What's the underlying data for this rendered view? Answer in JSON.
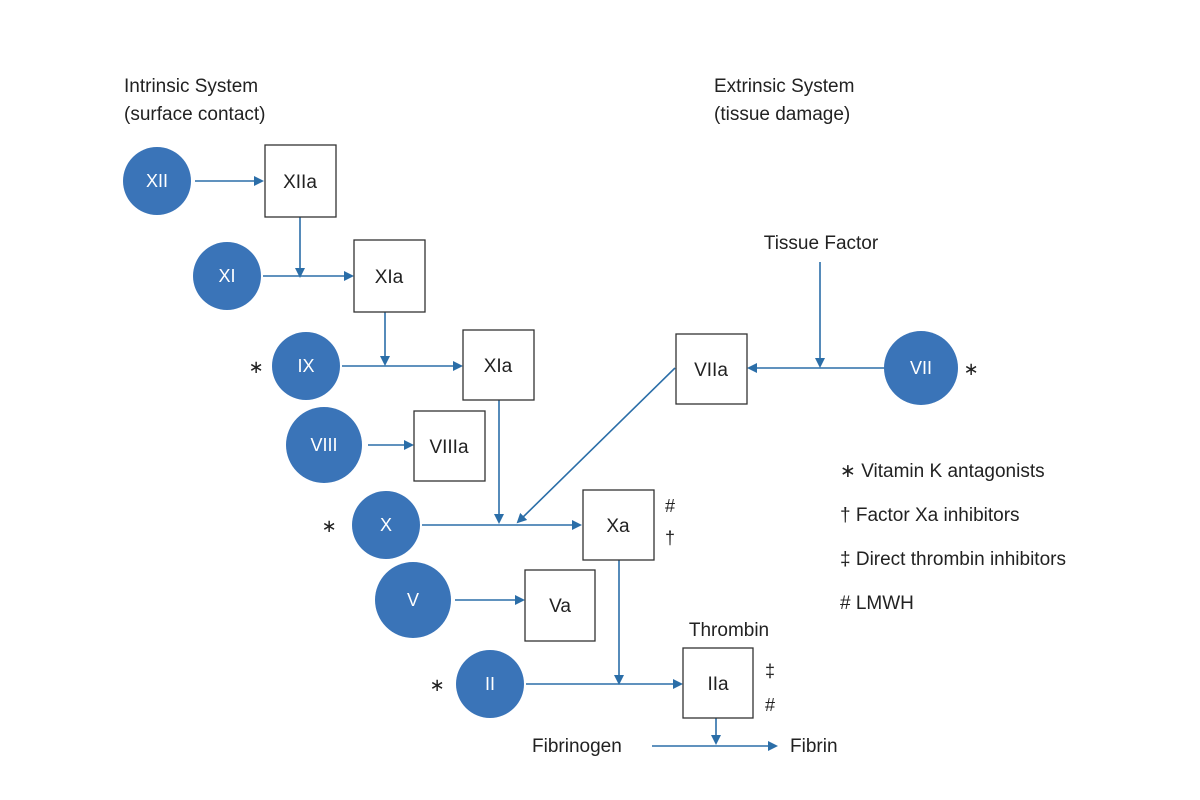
{
  "headings": {
    "intrinsic_title": "Intrinsic System",
    "intrinsic_sub": "(surface contact)",
    "extrinsic_title": "Extrinsic System",
    "extrinsic_sub": "(tissue damage)"
  },
  "labels": {
    "tissue_factor": "Tissue Factor",
    "thrombin": "Thrombin",
    "fibrinogen": "Fibrinogen",
    "fibrin": "Fibrin"
  },
  "factors": {
    "xii": "XII",
    "xi": "XI",
    "ix": "IX",
    "viii": "VIII",
    "x": "X",
    "v": "V",
    "ii": "II",
    "vii": "VII"
  },
  "activated": {
    "xiia": "XIIa",
    "xia": "XIa",
    "ixa": "XIa",
    "viiia": "VIIIa",
    "xa": "Xa",
    "va": "Va",
    "iia": "IIa",
    "viia": "VIIa"
  },
  "marks": {
    "vka": "∗",
    "xa_inhibitor": "†",
    "dti": "‡",
    "lmwh": "#"
  },
  "legend": [
    "∗ Vitamin K antagonists",
    "† Factor Xa inhibitors",
    "‡ Direct thrombin inhibitors",
    "# LMWH"
  ],
  "colors": {
    "factor_fill": "#3a74b8",
    "arrow": "#2b6ea8"
  }
}
